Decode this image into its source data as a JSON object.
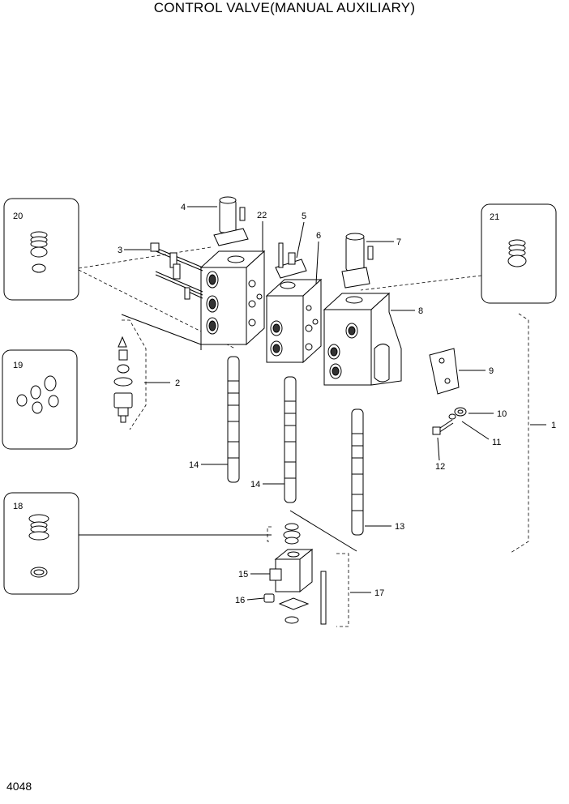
{
  "title": "CONTROL VALVE(MANUAL AUXILIARY)",
  "page_number": "4048",
  "kit_boxes": [
    {
      "id": "20",
      "label": "20"
    },
    {
      "id": "19",
      "label": "19"
    },
    {
      "id": "18",
      "label": "18"
    },
    {
      "id": "21",
      "label": "21"
    }
  ],
  "callouts": [
    {
      "id": "1",
      "label": "1"
    },
    {
      "id": "2",
      "label": "2"
    },
    {
      "id": "3",
      "label": "3"
    },
    {
      "id": "4",
      "label": "4"
    },
    {
      "id": "5",
      "label": "5"
    },
    {
      "id": "6",
      "label": "6"
    },
    {
      "id": "7",
      "label": "7"
    },
    {
      "id": "8",
      "label": "8"
    },
    {
      "id": "9",
      "label": "9"
    },
    {
      "id": "10",
      "label": "10"
    },
    {
      "id": "11",
      "label": "11"
    },
    {
      "id": "12",
      "label": "12"
    },
    {
      "id": "13",
      "label": "13"
    },
    {
      "id": "14a",
      "label": "14"
    },
    {
      "id": "14b",
      "label": "14"
    },
    {
      "id": "15",
      "label": "15"
    },
    {
      "id": "16",
      "label": "16"
    },
    {
      "id": "17",
      "label": "17"
    },
    {
      "id": "22",
      "label": "22"
    }
  ]
}
